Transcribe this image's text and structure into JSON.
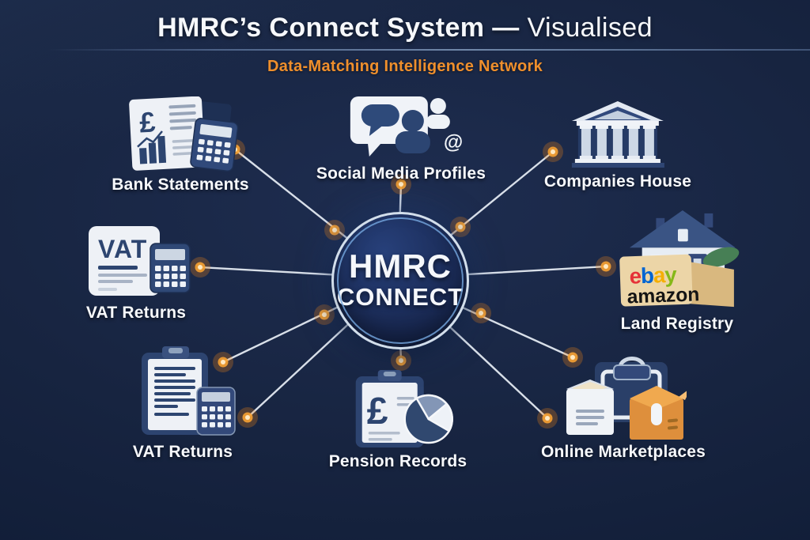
{
  "header": {
    "title_main": "HMRC’s Connect System",
    "title_sep": "—",
    "title_suffix": "Visualised",
    "subtitle": "Data-Matching Intelligence Network"
  },
  "hub": {
    "line1": "HMRC",
    "line2": "CONNECT"
  },
  "nodes": [
    {
      "id": "bank-statements",
      "label": "Bank Statements",
      "icon": "bank-statement-icon",
      "currency": "£"
    },
    {
      "id": "social-media",
      "label": "Social Media Profiles",
      "icon": "social-media-icon",
      "at_symbol": "@"
    },
    {
      "id": "companies-house",
      "label": "Companies House",
      "icon": "companies-house-icon"
    },
    {
      "id": "vat-returns-left",
      "label": "VAT Returns",
      "icon": "vat-document-icon",
      "doc_text": "VAT"
    },
    {
      "id": "land-registry",
      "label": "Land Registry",
      "icon": "land-registry-icon",
      "ebay_letters": [
        {
          "ch": "e",
          "color": "#e53238"
        },
        {
          "ch": "b",
          "color": "#0064d2"
        },
        {
          "ch": "a",
          "color": "#f5af02"
        },
        {
          "ch": "y",
          "color": "#86b817"
        }
      ],
      "amazon": "amazon"
    },
    {
      "id": "vat-returns-bottom",
      "label": "VAT Returns",
      "icon": "vat-clipboard-icon"
    },
    {
      "id": "pension-records",
      "label": "Pension Records",
      "icon": "pension-records-icon",
      "currency": "£"
    },
    {
      "id": "online-marketplaces",
      "label": "Online Marketplaces",
      "icon": "online-marketplaces-icon"
    }
  ],
  "colors": {
    "background": "#16213a",
    "accent_orange": "#ef8f2c",
    "wire": "#e7edf5",
    "glow_dot": "#f7a233",
    "hub_fill": "#1b2c58",
    "hub_ring": "#d2deeb",
    "icon_navy": "#2e4673",
    "paper": "#eef1f6"
  }
}
